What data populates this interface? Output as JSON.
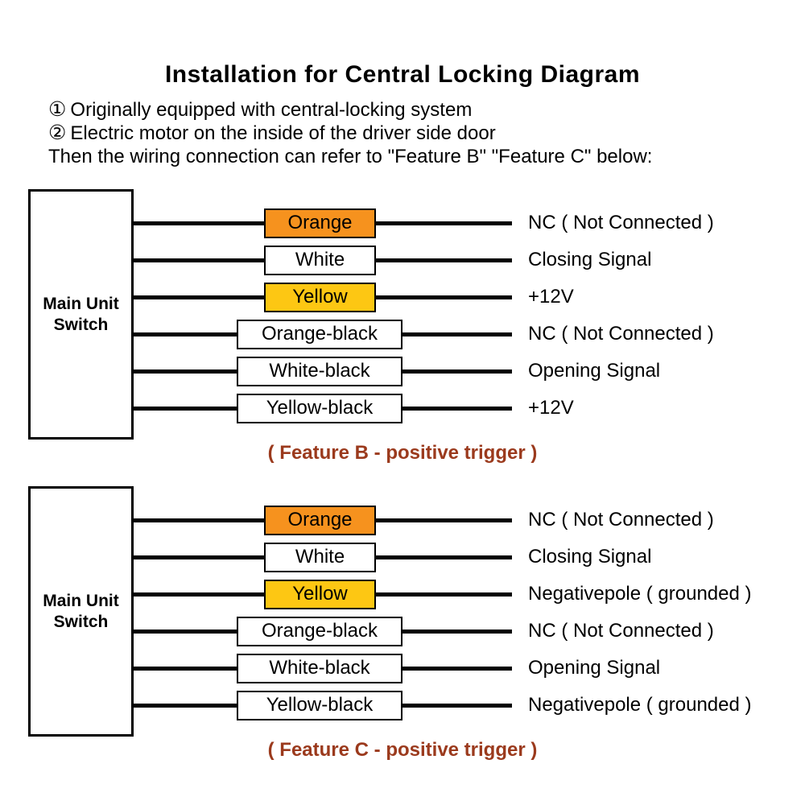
{
  "header": {
    "title": "Installation for Central Locking Diagram",
    "notes": [
      {
        "bullet": "①",
        "text": "Originally equipped with central-locking system"
      },
      {
        "bullet": "②",
        "text": "Electric motor on the inside of the driver side door"
      }
    ],
    "intro": "Then the wiring connection can refer to \"Feature B\" \"Feature C\" below:"
  },
  "colors": {
    "orange": "#F6921E",
    "yellow": "#FDC713",
    "white": "#FFFFFF",
    "wire": "#000000",
    "caption": "#9B3A1D"
  },
  "diagrams": [
    {
      "name": "Feature B",
      "source_label": "Main Unit Switch",
      "caption": "( Feature B - positive trigger )",
      "wires": [
        {
          "label": "Orange",
          "fill": "orange",
          "wide": false,
          "target": "NC ( Not Connected )"
        },
        {
          "label": "White",
          "fill": "white",
          "wide": false,
          "target": "Closing Signal"
        },
        {
          "label": "Yellow",
          "fill": "yellow",
          "wide": false,
          "target": "+12V"
        },
        {
          "label": "Orange-black",
          "fill": "white",
          "wide": true,
          "target": "NC ( Not Connected )"
        },
        {
          "label": "White-black",
          "fill": "white",
          "wide": true,
          "target": "Opening Signal"
        },
        {
          "label": "Yellow-black",
          "fill": "white",
          "wide": true,
          "target": "+12V"
        }
      ]
    },
    {
      "name": "Feature C",
      "source_label": "Main Unit Switch",
      "caption": "( Feature C - positive trigger )",
      "wires": [
        {
          "label": "Orange",
          "fill": "orange",
          "wide": false,
          "target": "NC ( Not Connected )"
        },
        {
          "label": "White",
          "fill": "white",
          "wide": false,
          "target": "Closing Signal"
        },
        {
          "label": "Yellow",
          "fill": "yellow",
          "wide": false,
          "target": "Negativepole ( grounded )"
        },
        {
          "label": "Orange-black",
          "fill": "white",
          "wide": true,
          "target": "NC ( Not Connected )"
        },
        {
          "label": "White-black",
          "fill": "white",
          "wide": true,
          "target": "Opening Signal"
        },
        {
          "label": "Yellow-black",
          "fill": "white",
          "wide": true,
          "target": "Negativepole ( grounded )"
        }
      ]
    }
  ]
}
